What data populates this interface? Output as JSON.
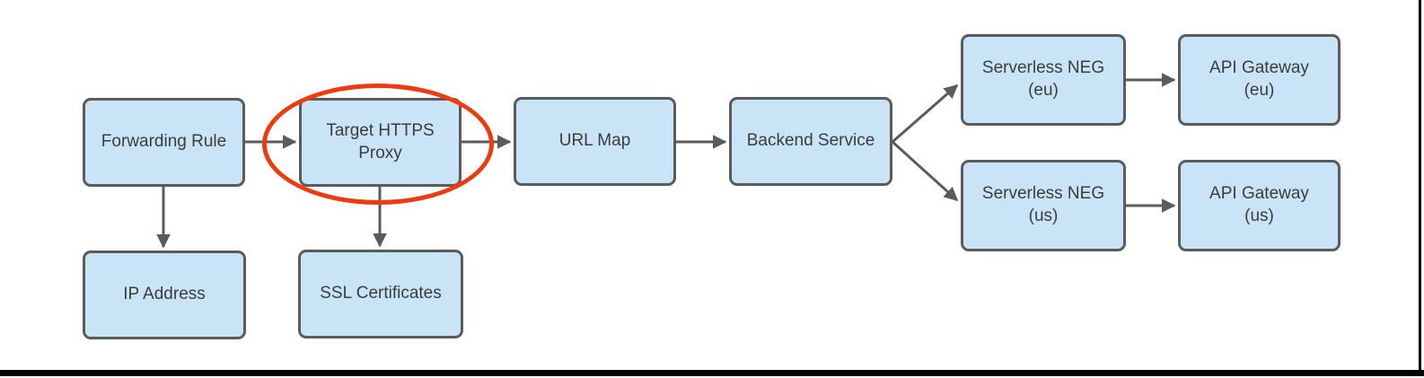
{
  "colors": {
    "node-fill": "#C8E4F6",
    "node-border": "#5B5B5B",
    "node-text": "#3C3C3C",
    "arrow": "#5B5B5B",
    "highlight": "#EE3B0D",
    "frame": "#000000"
  },
  "diagram": {
    "type": "flowchart",
    "nodes": [
      {
        "id": "forwarding-rule",
        "label": "Forwarding Rule"
      },
      {
        "id": "target-https-proxy",
        "label": "Target HTTPS Proxy"
      },
      {
        "id": "url-map",
        "label": "URL Map"
      },
      {
        "id": "backend-service",
        "label": "Backend Service"
      },
      {
        "id": "serverless-neg-eu",
        "label": "Serverless NEG (eu)"
      },
      {
        "id": "api-gateway-eu",
        "label": "API Gateway (eu)"
      },
      {
        "id": "serverless-neg-us",
        "label": "Serverless NEG (us)"
      },
      {
        "id": "api-gateway-us",
        "label": "API Gateway (us)"
      },
      {
        "id": "ip-address",
        "label": "IP Address"
      },
      {
        "id": "ssl-certificates",
        "label": "SSL Certificates"
      }
    ],
    "edges": [
      {
        "from": "Forwarding Rule",
        "to": "Target HTTPS Proxy"
      },
      {
        "from": "Target HTTPS Proxy",
        "to": "URL Map"
      },
      {
        "from": "URL Map",
        "to": "Backend Service"
      },
      {
        "from": "Backend Service",
        "to": "Serverless NEG (eu)"
      },
      {
        "from": "Backend Service",
        "to": "Serverless NEG (us)"
      },
      {
        "from": "Serverless NEG (eu)",
        "to": "API Gateway (eu)"
      },
      {
        "from": "Serverless NEG (us)",
        "to": "API Gateway (us)"
      },
      {
        "from": "Forwarding Rule",
        "to": "IP Address"
      },
      {
        "from": "Target HTTPS Proxy",
        "to": "SSL Certificates"
      }
    ],
    "annotations": [
      {
        "shape": "ellipse",
        "around": "Target HTTPS Proxy",
        "color": "#EE3B0D"
      }
    ]
  }
}
